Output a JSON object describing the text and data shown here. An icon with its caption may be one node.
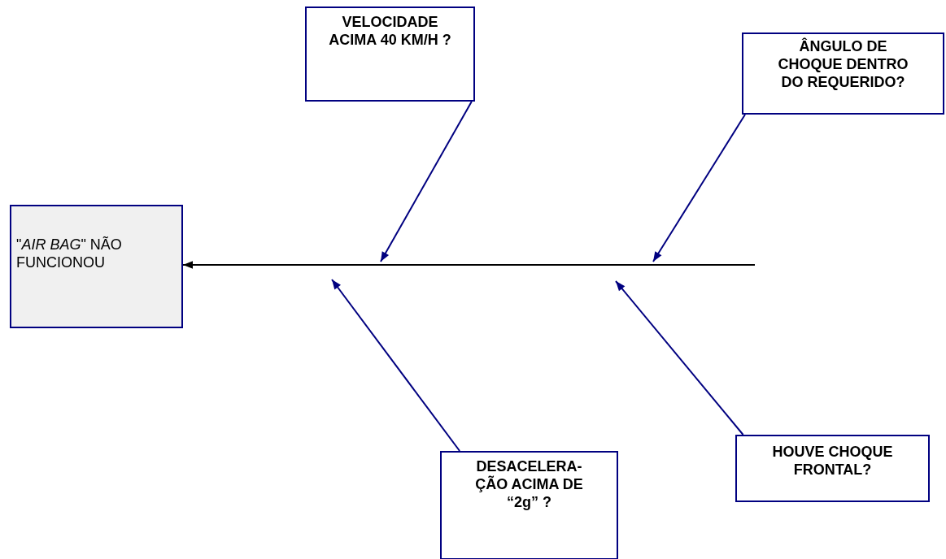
{
  "diagram": {
    "nodes": [
      {
        "text": [
          "\"*AIR BAG*\" NÃO FUNCIONOU"
        ]
      },
      {
        "text": [
          "VELOCIDADE ACIMA 40 KM/H ?"
        ]
      },
      {
        "text": [
          "ÂNGULO DE CHOQUE DENTRO DO REQUERIDO?"
        ]
      },
      {
        "text": [
          "DESACELERA- ÇÃO ACIMA DE “2g” ?"
        ]
      },
      {
        "text": [
          "HOUVE CHOQUE FRONTAL?"
        ]
      }
    ],
    "edges": [
      {
        "from": null,
        "to": 0,
        "arrow": "to",
        "color": "#000000"
      },
      {
        "from": 1,
        "to": null,
        "arrow": "to"
      },
      {
        "from": 2,
        "to": null,
        "arrow": "to"
      },
      {
        "from": 3,
        "to": null,
        "arrow": "to"
      },
      {
        "from": 4,
        "to": null,
        "arrow": "to"
      }
    ]
  }
}
